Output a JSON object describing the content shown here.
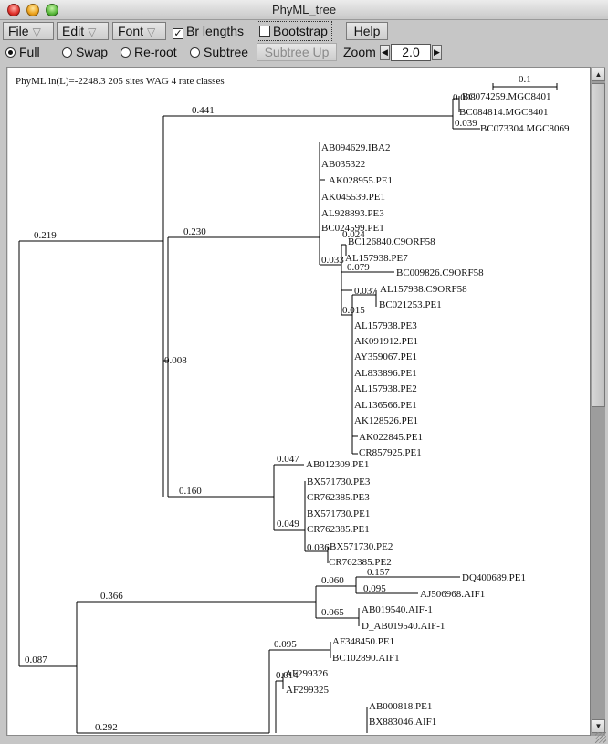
{
  "window": {
    "title": "PhyML_tree"
  },
  "toolbar": {
    "file_label": "File",
    "edit_label": "Edit",
    "font_label": "Font",
    "menu_arrow": "▽",
    "br_lengths_label": "Br lengths",
    "br_lengths_checked": true,
    "bootstrap_label": "Bootstrap",
    "bootstrap_checked": false,
    "help_label": "Help"
  },
  "modebar": {
    "modes": [
      {
        "label": "Full",
        "selected": true
      },
      {
        "label": "Swap",
        "selected": false
      },
      {
        "label": "Re-root",
        "selected": false
      },
      {
        "label": "Subtree",
        "selected": false
      }
    ],
    "subtree_up_label": "Subtree Up",
    "zoom_label": "Zoom",
    "zoom_value": "2.0",
    "left_arrow": "◀",
    "right_arrow": "▶"
  },
  "tree": {
    "header": "PhyML ln(L)=-2248.3 205 sites WAG 4 rate classes",
    "scale_label": "0.1",
    "branch_labels": [
      "0.441",
      "0.219",
      "0.230",
      "0.008",
      "0.160",
      "0.087",
      "0.366",
      "0.292",
      "0.008",
      "0.039",
      "0.024",
      "0.033",
      "0.079",
      "0.037",
      "0.015",
      "0.047",
      "0.049",
      "0.036",
      "0.060",
      "0.157",
      "0.095",
      "0.065",
      "0.095",
      "0.014"
    ],
    "leaves": [
      "BC074259.MGC8401",
      "BC084814.MGC8401",
      "BC073304.MGC8069",
      "AB094629.IBA2",
      "AB035322",
      "AK028955.PE1",
      "AK045539.PE1",
      "AL928893.PE3",
      "BC024599.PE1",
      "BC126840.C9ORF58",
      "AL157938.PE7",
      "BC009826.C9ORF58",
      "AL157938.C9ORF58",
      "BC021253.PE1",
      "AL157938.PE3",
      "AK091912.PE1",
      "AY359067.PE1",
      "AL833896.PE1",
      "AL157938.PE2",
      "AL136566.PE1",
      "AK128526.PE1",
      "AK022845.PE1",
      "CR857925.PE1",
      "AB012309.PE1",
      "BX571730.PE3",
      "CR762385.PE3",
      "BX571730.PE1",
      "CR762385.PE1",
      "BX571730.PE2",
      "CR762385.PE2",
      "DQ400689.PE1",
      "AJ506968.AIF1",
      "AB019540.AIF-1",
      "D_AB019540.AIF-1",
      "AF348450.PE1",
      "BC102890.AIF1",
      "AF299326",
      "AF299325",
      "AB000818.PE1",
      "BX883046.AIF1"
    ]
  },
  "scrollbar": {
    "up_arrow": "▲",
    "down_arrow": "▼"
  }
}
